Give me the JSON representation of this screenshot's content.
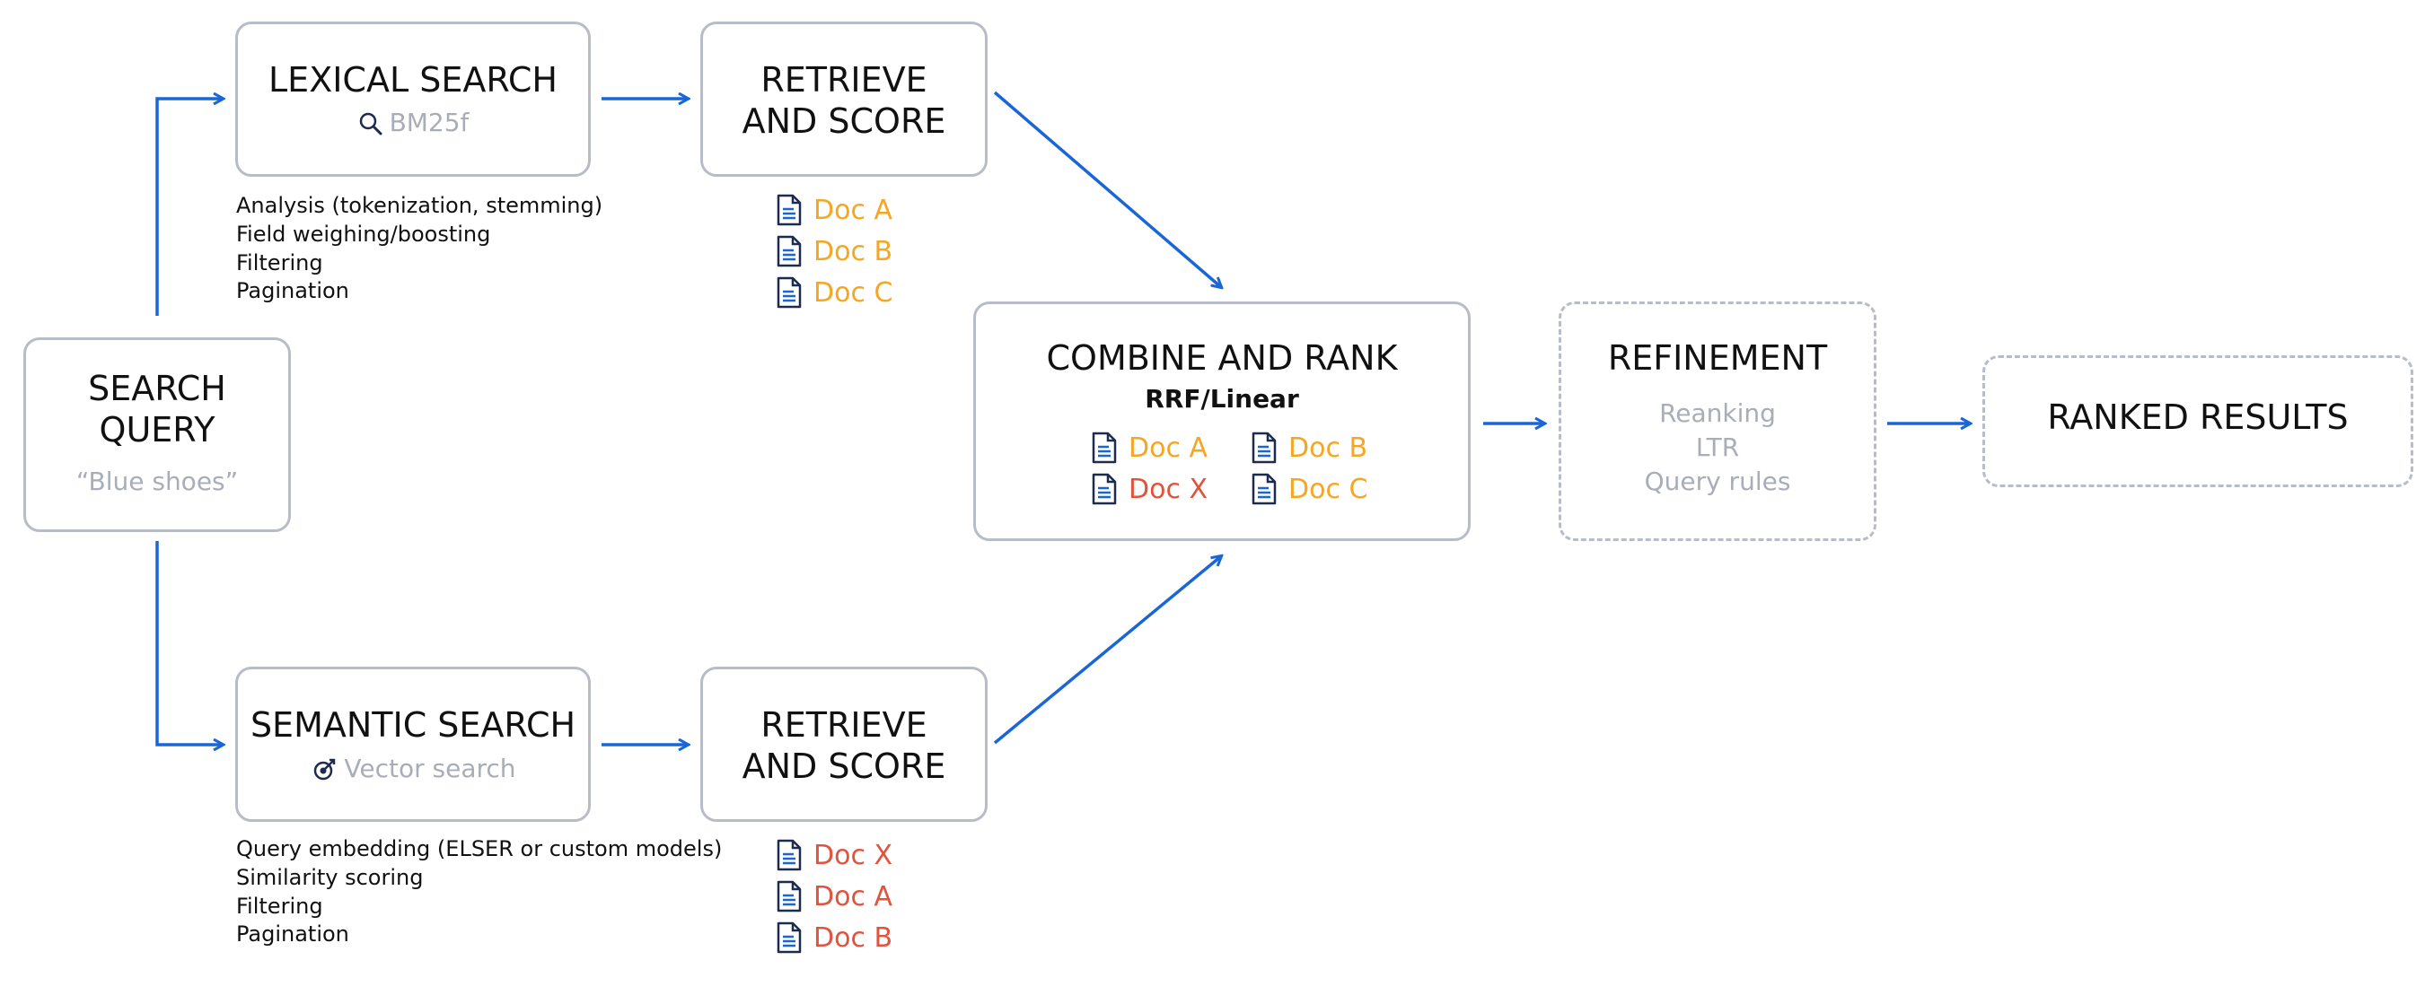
{
  "search_query": {
    "title_line1": "SEARCH",
    "title_line2": "QUERY",
    "example": "“Blue shoes”"
  },
  "lexical": {
    "title": "LEXICAL SEARCH",
    "method": "BM25f",
    "method_icon": "magnifier-icon",
    "notes": [
      "Analysis (tokenization, stemming)",
      "Field weighing/boosting",
      "Filtering",
      "Pagination"
    ]
  },
  "semantic": {
    "title": "SEMANTIC SEARCH",
    "method": "Vector search",
    "method_icon": "vector-target-icon",
    "note1_bold": "Query embedding",
    "note1_rest": " (ELSER or custom models)",
    "notes": [
      "Similarity scoring",
      "Filtering",
      "Pagination"
    ]
  },
  "retrieve_top": {
    "line1": "RETRIEVE",
    "line2": "AND SCORE",
    "docs": [
      "Doc A",
      "Doc B",
      "Doc C"
    ]
  },
  "retrieve_bottom": {
    "line1": "RETRIEVE",
    "line2": "AND SCORE",
    "docs": [
      "Doc X",
      "Doc A",
      "Doc B"
    ]
  },
  "combine": {
    "title": "COMBINE AND RANK",
    "method": "RRF/Linear",
    "docs": [
      "Doc A",
      "Doc B",
      "Doc X",
      "Doc C"
    ]
  },
  "refinement": {
    "title": "REFINEMENT",
    "items": [
      "Reanking",
      "LTR",
      "Query rules"
    ]
  },
  "ranked": {
    "title": "RANKED RESULTS"
  },
  "colors": {
    "arrow": "#1a66d6",
    "box_border": "#b8bcc6",
    "lexical_doc": "#f5a623",
    "semantic_doc": "#e0533d",
    "muted_text": "#a8adb8",
    "doc_icon": "#1d2b4f"
  }
}
